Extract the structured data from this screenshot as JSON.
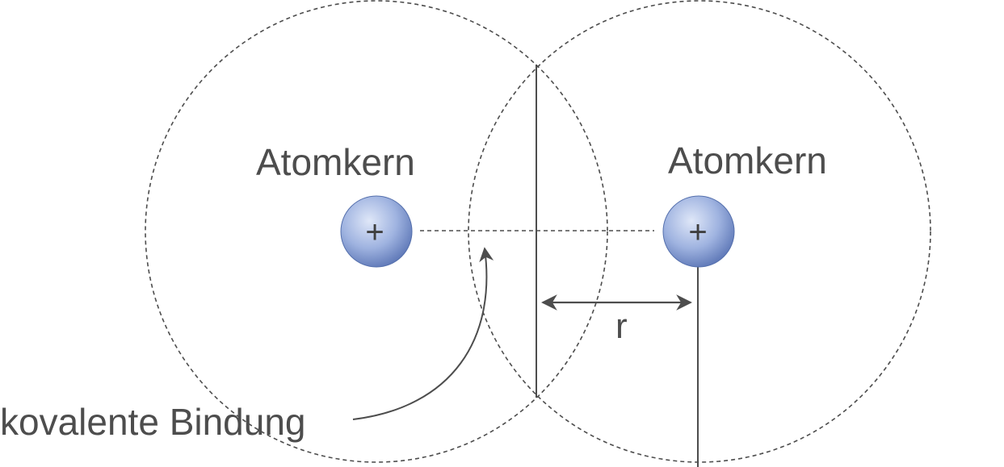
{
  "atoms": [
    {
      "label": "Atomkern",
      "charge_symbol": "+"
    },
    {
      "label": "Atomkern",
      "charge_symbol": "+"
    }
  ],
  "distance_label": "r",
  "bond_label": "kovalente Bindung",
  "colors": {
    "nucleus_fill_center": "#c9d6f2",
    "nucleus_fill_edge": "#5d78b8",
    "line": "#4d4d4d",
    "text": "#4d4d4d"
  }
}
